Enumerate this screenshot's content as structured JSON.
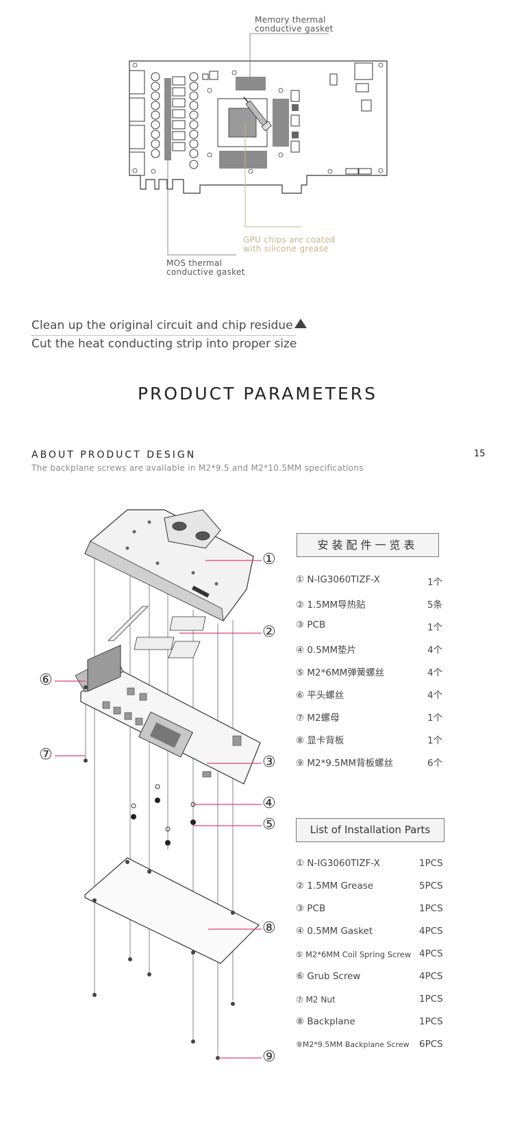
{
  "top_diagram": {
    "memory_label": "Memory thermal\nconductive gasket",
    "gpu_label": "GPU chips are coated\nwith silicone grease",
    "mos_label": "MOS thermal\nconductive gasket"
  },
  "instructions": {
    "line1": "Clean up the original circuit and chip residue",
    "line1_icon": "triangle-up-icon",
    "line2": "Cut the heat conducting strip into proper size"
  },
  "section_title": "PRODUCT PARAMETERS",
  "about": {
    "heading": "ABOUT PRODUCT DESIGN",
    "subtitle": "The backplane screws are available in M2*9.5 and M2*10.5MM specifications",
    "page_number": "15"
  },
  "callouts": [
    "①",
    "②",
    "③",
    "④",
    "⑤",
    "⑥",
    "⑦",
    "⑧",
    "⑨"
  ],
  "parts_cn": {
    "title": "安装配件一览表",
    "items": [
      {
        "name": "① N-IG3060TIZF-X",
        "qty": "1个"
      },
      {
        "name": "② 1.5MM导热贴",
        "qty": "5条"
      },
      {
        "name": "③  PCB",
        "qty": "1个"
      },
      {
        "name": "④  0.5MM垫片",
        "qty": "4个"
      },
      {
        "name": "⑤ M2*6MM弹簧螺丝",
        "qty": "4个"
      },
      {
        "name": "⑥ 平头螺丝",
        "qty": "4个"
      },
      {
        "name": "⑦  M2螺母",
        "qty": "1个"
      },
      {
        "name": "⑧ 显卡背板",
        "qty": "1个"
      },
      {
        "name": "⑨ M2*9.5MM背板螺丝",
        "qty": "6个"
      }
    ]
  },
  "parts_en": {
    "title": "List of Installation Parts",
    "items": [
      {
        "name": "①  N-IG3060TIZF-X",
        "qty": "1PCS"
      },
      {
        "name": "② 1.5MM Grease",
        "qty": "5PCS"
      },
      {
        "name": "③  PCB",
        "qty": "1PCS"
      },
      {
        "name": "④ 0.5MM Gasket",
        "qty": "4PCS"
      },
      {
        "name": "⑤ M2*6MM Coil Spring Screw",
        "qty": "4PCS"
      },
      {
        "name": "⑥ Grub Screw",
        "qty": "4PCS"
      },
      {
        "name": "⑦  M2  Nut",
        "qty": "1PCS"
      },
      {
        "name": "⑧ Backplane",
        "qty": "1PCS"
      },
      {
        "name": "⑨M2*9.5MM Backplane Screw",
        "qty": "6PCS"
      }
    ]
  },
  "colors": {
    "accent_pink": "#d9417a",
    "gold": "#c9b48a",
    "grey_fill": "#8c8c8c"
  }
}
